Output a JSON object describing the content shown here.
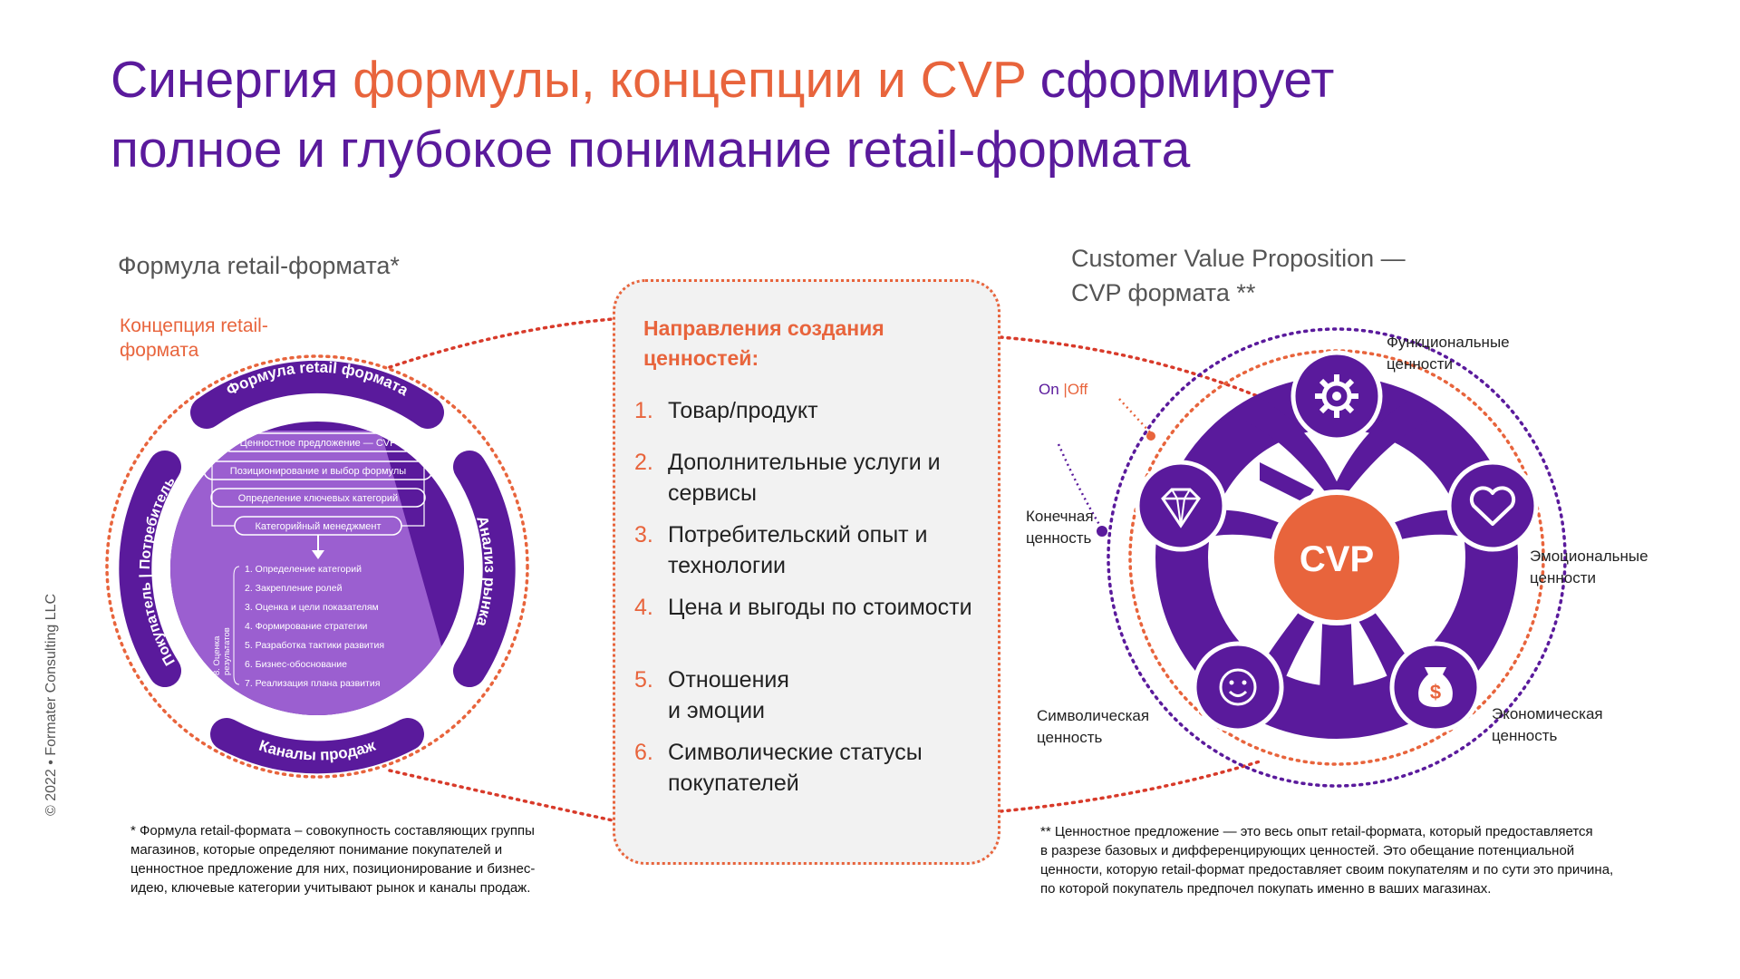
{
  "title": {
    "part1": "Синергия ",
    "part2_orange": "формулы, концепции и CVP",
    "part3": " сформирует",
    "line2": "полное и глубокое понимание retail-формата"
  },
  "left_section_title": "Формула retail-формата*",
  "concept_label": {
    "line1": "Концепция retail-",
    "line2": "формата"
  },
  "formula_circle": {
    "arc_top": "Формула retail формата",
    "arc_left": "Покупатель | Потребитель",
    "arc_right": "Анализ рынка",
    "arc_bottom": "Каналы продаж",
    "boxes": [
      "Ценностное предложение — CVP",
      "Позиционирование и выбор формулы",
      "Определение ключевых категорий",
      "Категорийный менеджмент"
    ],
    "steps": [
      "1. Определение категорий",
      "2. Закрепление ролей",
      "3. Оценка и цели показателям",
      "4. Формирование стратегии",
      "5. Разработка тактики развития",
      "6. Бизнес-обоснование",
      "7. Реализация плана развития"
    ],
    "vertical_label": {
      "line1": "8. Оценка",
      "line2": "результатов"
    }
  },
  "copyright": "© 2022 • Formater Consulting LLC",
  "center_box": {
    "title": {
      "line1": "Направления  создания",
      "line2": "ценностей:"
    },
    "items": [
      {
        "num": "1.",
        "text": "Товар/продукт"
      },
      {
        "num": "2.",
        "text": "Дополнительные услуги и сервисы"
      },
      {
        "num": "3.",
        "text": "Потребительский опыт и технологии"
      },
      {
        "num": "4.",
        "text": "Цена и выгоды по  стоимости"
      },
      {
        "num": "5.",
        "text": "Отношения и эмоции"
      },
      {
        "num": "6.",
        "text": "Символические  статусы покупателей"
      }
    ]
  },
  "right_section_title": {
    "line1": "Customer Value Proposition —",
    "line2": "CVP формата **"
  },
  "cvp": {
    "center": "CVP",
    "on": "On",
    "sep": "|",
    "off": "Off",
    "labels": {
      "functional": {
        "line1": "Функциональные",
        "line2": "ценности"
      },
      "final": {
        "line1": "Конечная",
        "line2": "ценность"
      },
      "emotional": {
        "line1": "Эмоциональные",
        "line2": "ценности"
      },
      "symbolic": {
        "line1": "Символическая",
        "line2": "ценность"
      },
      "economic": {
        "line1": "Экономическая",
        "line2": "ценность"
      }
    }
  },
  "footnote_left": {
    "line1": "* Формула retail-формата – совокупность составляющих группы",
    "line2": "магазинов, которые определяют понимание покупателей и",
    "line3": "ценностное предложение для них, позиционирование и бизнес-",
    "line4": "идею, ключевые категории учитывают рынок и каналы продаж."
  },
  "footnote_right": {
    "line1": "** Ценностное предложение — это весь опыт retail-формата, который предоставляется",
    "line2": "в разрезе базовых и дифференцирующих ценностей. Это обещание потенциальной",
    "line3": "ценности, которую retail-формат предоставляет своим покупателям и по сути это причина,",
    "line4": "по которой покупатель предпочел покупать именно в ваших магазинах."
  },
  "colors": {
    "purple": "#5a1a9c",
    "orange": "#e8643c",
    "light_purple": "#9b5fd0"
  }
}
